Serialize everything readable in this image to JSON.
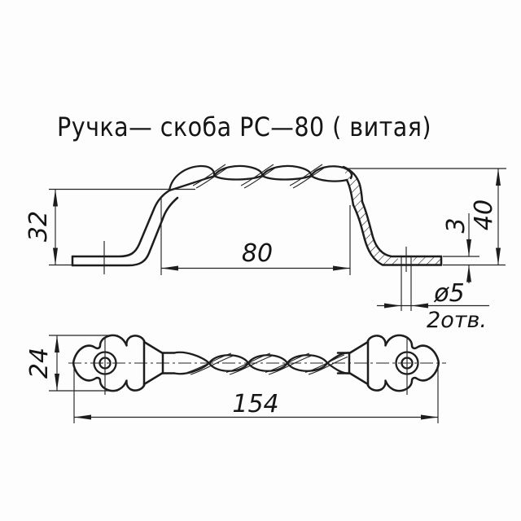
{
  "title": "Ручка— скоба  РС—80  ( витая)",
  "product": {
    "type": "handle-pull technical drawing",
    "model": "РС—80",
    "style": "витая"
  },
  "front_view": {
    "dims": {
      "clearance_height": "32",
      "grip_length": "80",
      "overall_height": "40",
      "plate_thickness": "3",
      "hole_diameter": "ø5",
      "holes_note": "2отв."
    }
  },
  "plan_view": {
    "dims": {
      "plate_width": "24",
      "overall_length": "154"
    }
  },
  "colors": {
    "ink": "#1d1d1d",
    "paper": "#fdfdfd"
  }
}
